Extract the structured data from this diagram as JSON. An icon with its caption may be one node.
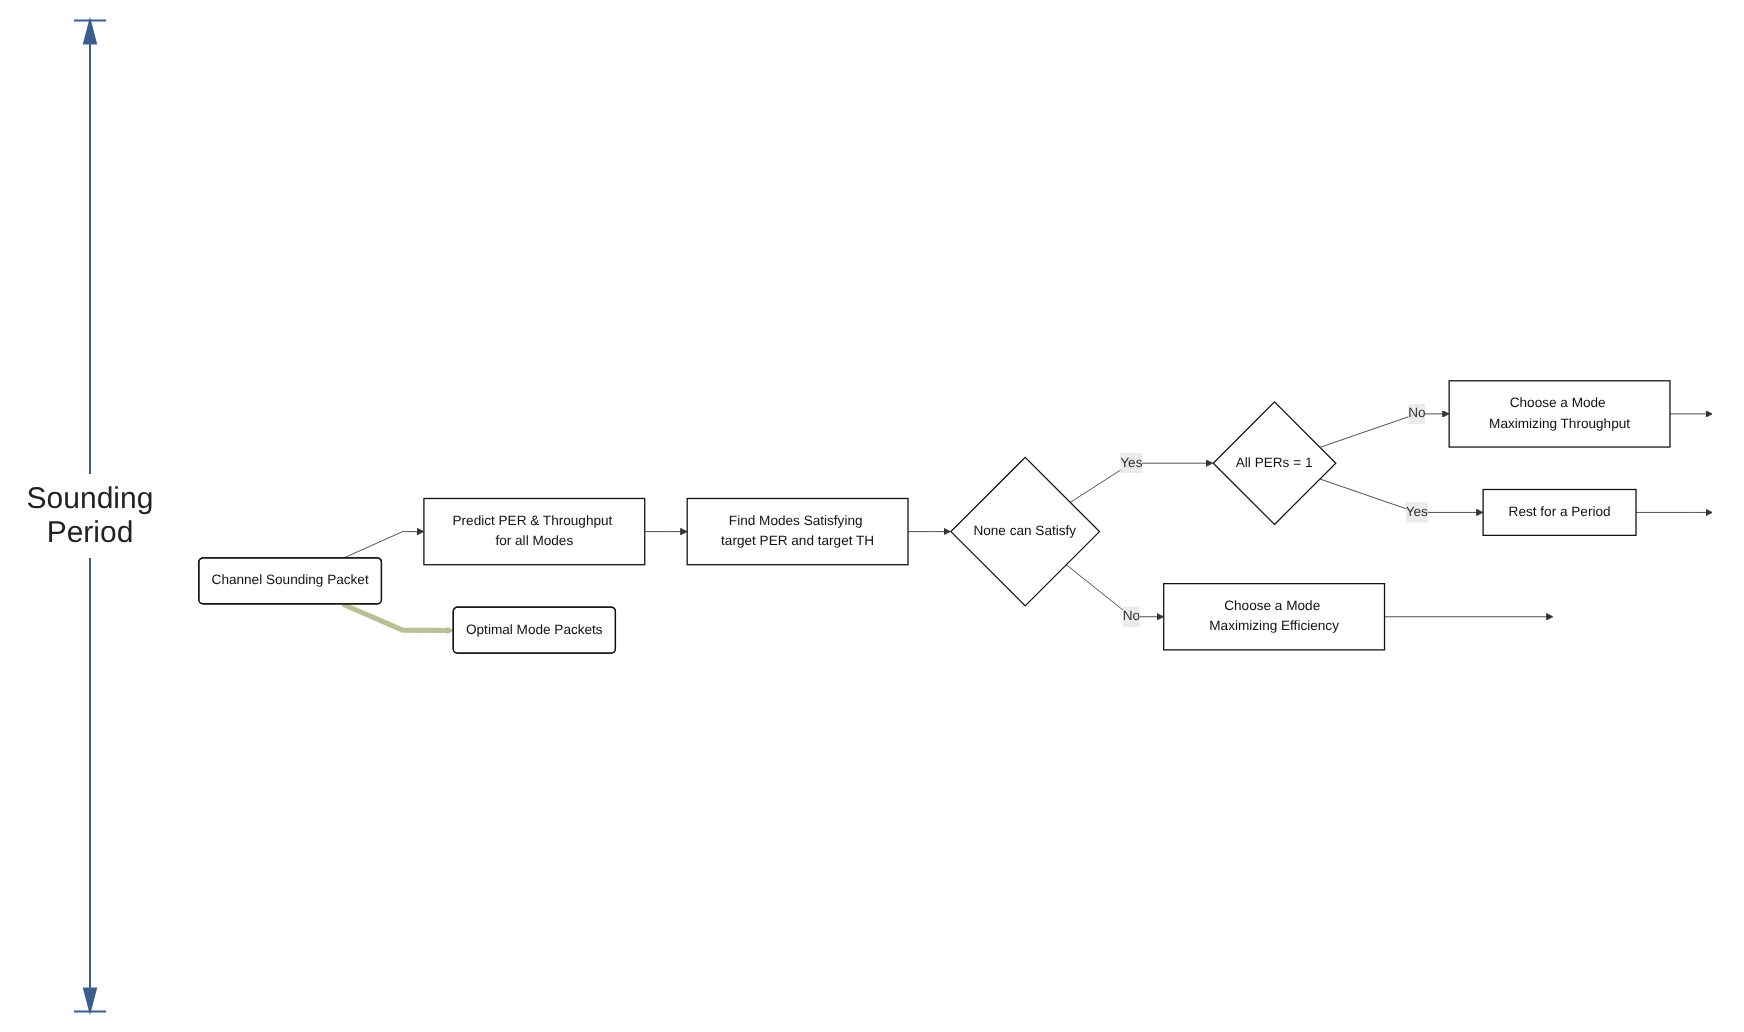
{
  "diagram": {
    "nodes": [
      {
        "text": [
          "Channel Sounding Packet"
        ]
      },
      {
        "text": [
          "Predict PER & Throughput for all Modes"
        ]
      },
      {
        "text": [
          "Find Modes Satisfying target PER and target TH"
        ]
      },
      {
        "text": [
          "None can Satisfy"
        ]
      },
      {
        "text": [
          "Choose a Mode Maximizing Efficiency"
        ]
      },
      {
        "text": [
          "All PERs = 1"
        ]
      },
      {
        "text": [
          "Choose a Mode Maximizing Throughput"
        ]
      },
      {
        "text": [
          "Rest for a Period"
        ]
      },
      {
        "text": [
          "Optimal Mode Packets"
        ]
      }
    ],
    "edges": [
      {
        "from": 0,
        "to": 1,
        "arrow": "to"
      },
      {
        "from": 1,
        "to": 2,
        "arrow": "to"
      },
      {
        "from": 2,
        "to": 3,
        "arrow": "to"
      },
      {
        "from": 3,
        "to": 4,
        "arrow": "to",
        "label": "No"
      },
      {
        "from": 3,
        "to": 5,
        "arrow": "to",
        "label": "Yes"
      },
      {
        "from": 5,
        "to": 6,
        "arrow": "to",
        "label": "No"
      },
      {
        "from": 5,
        "to": 7,
        "arrow": "to",
        "label": "Yes"
      },
      {
        "from": 4,
        "to": null,
        "arrow": "to"
      },
      {
        "from": 6,
        "to": null,
        "arrow": "to"
      },
      {
        "from": 7,
        "to": null,
        "arrow": "to"
      },
      {
        "from": 0,
        "to": 8,
        "arrow": "to",
        "style": "thick",
        "color": "#b8c096"
      }
    ],
    "labels": [
      "Sounding Period"
    ]
  }
}
